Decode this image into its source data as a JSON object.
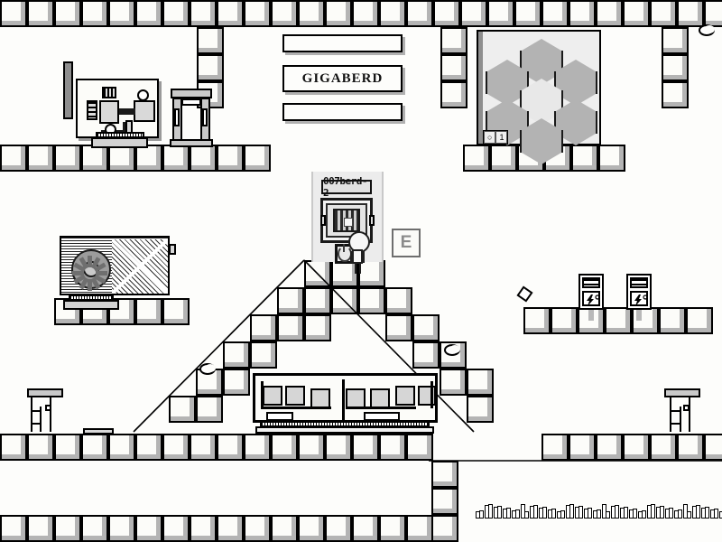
{
  "scene": {
    "title": "GIGABERD",
    "background_color": "#fdfdfb",
    "tile_size": 30,
    "block_fill": "#fcfcf9",
    "block_shadow": "#b4b4b4"
  },
  "sign": {
    "top_label": "",
    "main_label": "GIGABERD",
    "bottom_label": ""
  },
  "cpu_unit": {
    "nameplate": "007berd-2",
    "power_button_label": "",
    "icon": "power-icon"
  },
  "prompt": {
    "key": "E",
    "color": "#8a8a8a"
  },
  "hex_panel": {
    "hud_circle": "○",
    "hud_count": "1",
    "hex_color": "#b3b3b3",
    "hex_center_color": "#e8e8e8",
    "panel_bg": "#eeeeee"
  },
  "psu_units": [
    {
      "icon": "lightning-bolt-icon",
      "label": ""
    },
    {
      "icon": "lightning-bolt-icon",
      "label": ""
    }
  ],
  "objects": [
    {
      "name": "motherboard",
      "label": ""
    },
    {
      "name": "gpu-card",
      "label": ""
    },
    {
      "name": "ram-module",
      "label": ""
    },
    {
      "name": "arch-gate",
      "label": ""
    },
    {
      "name": "left-pillar",
      "label": ""
    },
    {
      "name": "right-pillar",
      "label": ""
    },
    {
      "name": "floor-ledge",
      "label": ""
    }
  ],
  "pellets": [
    {
      "type": "crescent"
    },
    {
      "type": "crescent"
    },
    {
      "type": "crescent"
    },
    {
      "type": "square"
    }
  ],
  "player": {
    "facing": "left",
    "state": "idle"
  }
}
